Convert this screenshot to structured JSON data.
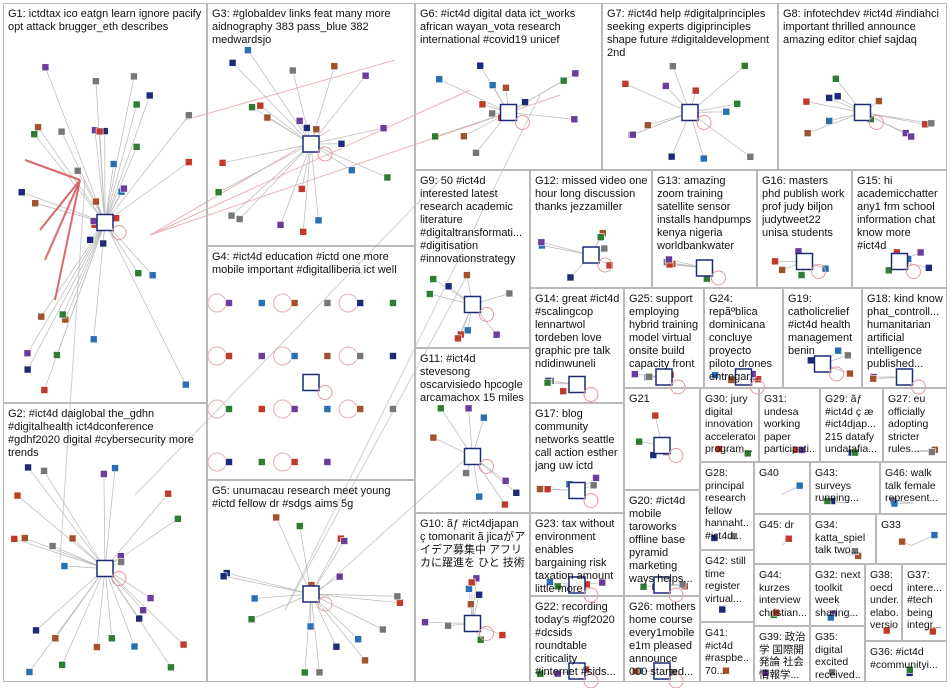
{
  "groups": [
    {
      "id": "G1",
      "label": "G1: ictdtax ico eatgn learn ignore pacify opt attack brugger_eth describes"
    },
    {
      "id": "G2",
      "label": "G2: #ict4d daiglobal the_gdhn #digitalhealth ict4dconference #gdhf2020 digital #cybersecurity more trends"
    },
    {
      "id": "G3",
      "label": "G3: #globaldev links feat many more aidnography 383 pass_blue 382 medwardsjo"
    },
    {
      "id": "G4",
      "label": "G4: #ict4d education #ictd one more mobile important #digitalliberia ict well"
    },
    {
      "id": "G5",
      "label": "G5: unumacau research meet young #ictd fellow dr #sdgs aims 5g"
    },
    {
      "id": "G6",
      "label": "G6: #ict4d digital data ict_works african wayan_vota research international #covid19 unicef"
    },
    {
      "id": "G7",
      "label": "G7: #ict4d help #digitalprinciples seeking experts digiprinciples shape future #digitaldevelopment 2nd"
    },
    {
      "id": "G8",
      "label": "G8: infotechdev #ict4d #indiahci important thrilled announce amazing editor chief sajdaq"
    },
    {
      "id": "G9",
      "label": "G9: 50 #ict4d interested latest research academic literature #digitaltransformati... #digitisation #innovationstrategy"
    },
    {
      "id": "G10",
      "label": "G10: ãƒ #ict4djapan ç tomonarit ã jicaがアイデア募集中 アフリカに躍進を ひと 技術"
    },
    {
      "id": "G11",
      "label": "G11: #ict4d stevesong oscarvisiedo hpcogle arcamachox 15 miles"
    },
    {
      "id": "G12",
      "label": "G12: missed video one hour long discussion thanks jezzamiller"
    },
    {
      "id": "G13",
      "label": "G13: amazing zoom training satellite sensor installs handpumps kenya nigeria worldbankwater"
    },
    {
      "id": "G14",
      "label": "G14: great #ict4d #scalingcop lennartwol tordeben love graphic pre talk ndidinwuneli"
    },
    {
      "id": "G15",
      "label": "G15: hi academicchatter any1 frm school information chat know more #ict4d"
    },
    {
      "id": "G16",
      "label": "G16: masters phd publish work prof judy biljon judytweet22 unisa students"
    },
    {
      "id": "G17",
      "label": "G17: blog community networks seattle call action esther jang uw ictd"
    },
    {
      "id": "G18",
      "label": "G18: kind know phat_controll... humanitarian artificial intelligence published..."
    },
    {
      "id": "G19",
      "label": "G19: catholicrelief #ict4d health management benin"
    },
    {
      "id": "G20",
      "label": "G20: #ict4d mobile taroworks offline base pyramid marketing ways helps..."
    },
    {
      "id": "G21",
      "label": "G21"
    },
    {
      "id": "G22",
      "label": "G22: recording today's #igf2020 #dcsids roundtable criticality #internet #sids..."
    },
    {
      "id": "G23",
      "label": "G23: tax without environment enables bargaining risk taxation amount little more"
    },
    {
      "id": "G24",
      "label": "G24: repãºblica dominicana concluye proyecto piloto drones entregar..."
    },
    {
      "id": "G25",
      "label": "G25: support employing hybrid training model virtual onsite build capacity front"
    },
    {
      "id": "G26",
      "label": "G26: mothers home course every1mobile e1m pleased announce 000 started..."
    },
    {
      "id": "G27",
      "label": "G27: eu officially adopting stricter rules..."
    },
    {
      "id": "G28",
      "label": "G28: principal research fellow hannaht... #ict4d..."
    },
    {
      "id": "G29",
      "label": "G29: ãƒ #ict4d ç æ #ict4djap... 215 datafy undatafia..."
    },
    {
      "id": "G30",
      "label": "G30: jury digital innovation accelerator program..."
    },
    {
      "id": "G31",
      "label": "G31: undesa working paper participati..."
    },
    {
      "id": "G32",
      "label": "G32: next toolkit week sharing..."
    },
    {
      "id": "G33",
      "label": "G33"
    },
    {
      "id": "G34",
      "label": "G34: katta_spiel talk two..."
    },
    {
      "id": "G35",
      "label": "G35: digital excited received..."
    },
    {
      "id": "G36",
      "label": "G36: #ict4d #communityi..."
    },
    {
      "id": "G37",
      "label": "G37: intere... #tech being integr..."
    },
    {
      "id": "G38",
      "label": "G38: oecd under... elabo... versio..."
    },
    {
      "id": "G39",
      "label": "G39: 政治 学 国際開 発論 社会 情報学..."
    },
    {
      "id": "G40",
      "label": "G40"
    },
    {
      "id": "G41",
      "label": "G41: #ict4d #raspbe... 70..."
    },
    {
      "id": "G42",
      "label": "G42: still time register virtual..."
    },
    {
      "id": "G43",
      "label": "G43: surveys running..."
    },
    {
      "id": "G44",
      "label": "G44: kurzes interview christian..."
    },
    {
      "id": "G45",
      "label": "G45: dr"
    },
    {
      "id": "G46",
      "label": "G46: walk talk female represent..."
    }
  ],
  "colors": {
    "cell_border": "#b9b9b9",
    "edge": "#b8b8b8",
    "edge_highlight": "#d86a6a",
    "self_loop": "#e39a9a",
    "node_blue": "#1c2a78",
    "node_green": "#2f7d35",
    "node_red": "#c0392b",
    "node_purple": "#6a3d9a"
  }
}
